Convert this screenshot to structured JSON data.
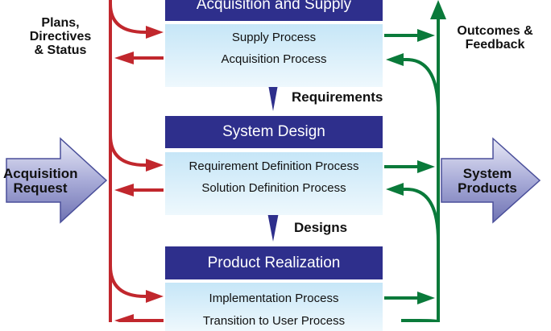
{
  "left_label": {
    "line1": "Plans,",
    "line2": "Directives",
    "line3": "& Status"
  },
  "right_label": {
    "line1": "Outcomes &",
    "line2": "Feedback"
  },
  "input_arrow": {
    "line1": "Acquisition",
    "line2": "Request"
  },
  "output_arrow": {
    "line1": "System",
    "line2": "Products"
  },
  "groups": [
    {
      "title": "Acquisition and Supply",
      "processes": [
        "Supply Process",
        "Acquisition Process"
      ]
    },
    {
      "title": "System Design",
      "processes": [
        "Requirement Definition Process",
        "Solution Definition Process"
      ]
    },
    {
      "title": "Product Realization",
      "processes": [
        "Implementation Process",
        "Transition to User Process"
      ]
    }
  ],
  "flows": [
    "Requirements",
    "Designs"
  ],
  "colors": {
    "header": "#2e2f8c",
    "plans_line": "#c1272d",
    "feedback_line": "#0a7a3a",
    "block_arrow": "#8b8fc6"
  }
}
